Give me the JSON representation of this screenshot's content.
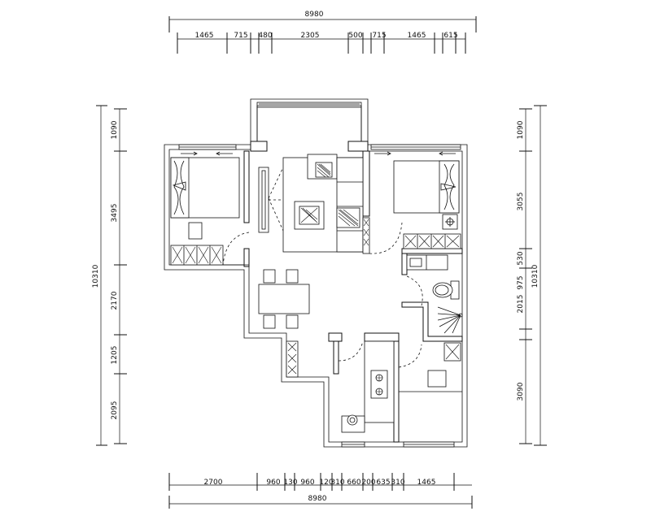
{
  "dimensions": {
    "top_overall": "8980",
    "top_segments": [
      "1465",
      "715",
      "480",
      "2305",
      "500",
      "715",
      "1465",
      "615"
    ],
    "bottom_overall": "8980",
    "bottom_segments": [
      "2700",
      "960",
      "130",
      "960",
      "120",
      "310",
      "660",
      "200",
      "635",
      "310",
      "1465"
    ],
    "left_overall": "10310",
    "left_segments": [
      "1090",
      "3495",
      "2170",
      "1205",
      "2095"
    ],
    "right_overall": "10310",
    "right_segments": [
      "1090",
      "3055",
      "530",
      "2015",
      "975",
      "3090"
    ]
  }
}
